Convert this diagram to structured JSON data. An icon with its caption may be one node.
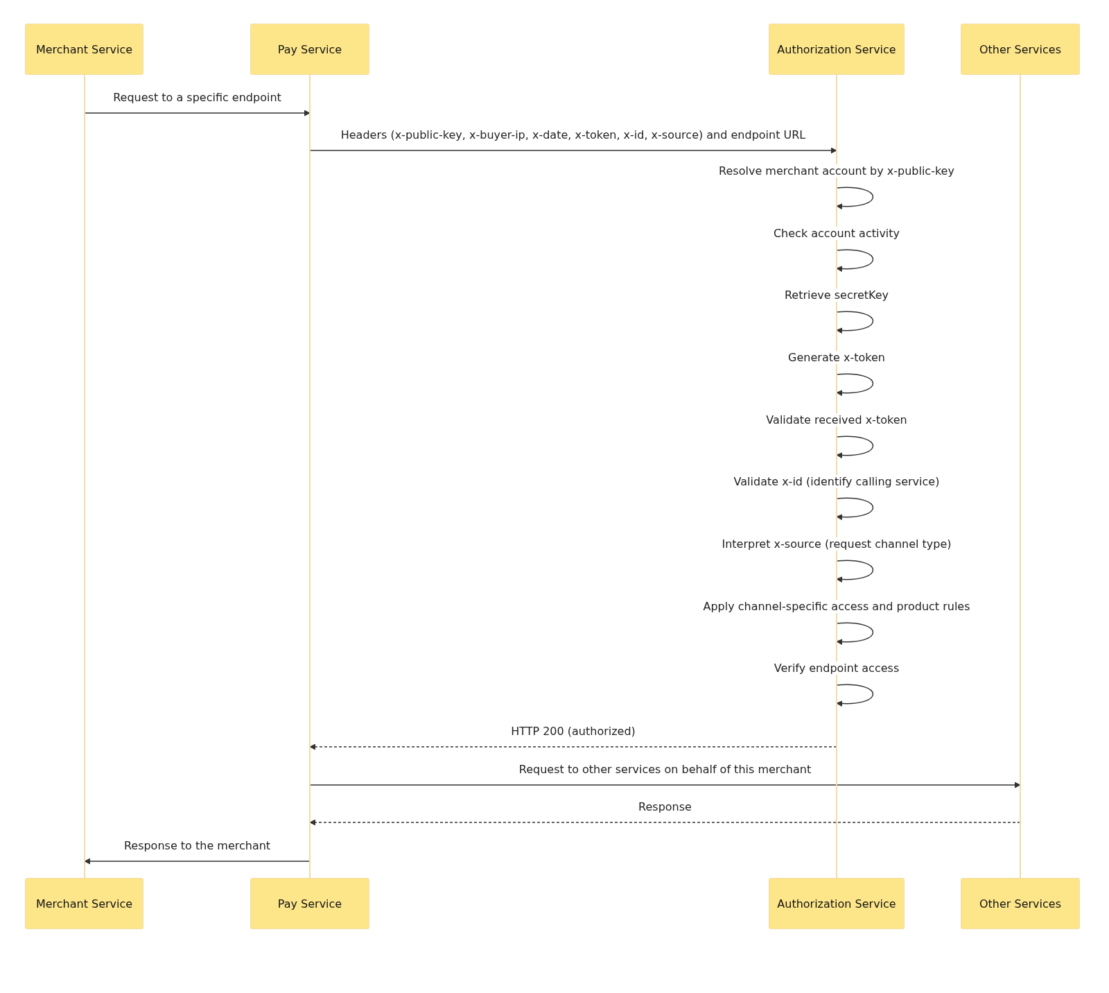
{
  "diagram": {
    "nodes": [
      {
        "text": [
          "Merchant Service"
        ]
      },
      {
        "text": [
          "Pay Service"
        ]
      },
      {
        "text": [
          "Authorization Service"
        ]
      },
      {
        "text": [
          "Other Services"
        ]
      },
      {
        "text": [],
        "shape": "line"
      },
      {
        "text": [],
        "shape": "line"
      },
      {
        "text": [],
        "shape": "line"
      },
      {
        "text": [],
        "shape": "line"
      },
      {
        "text": [
          "Merchant Service"
        ]
      },
      {
        "text": [
          "Pay Service"
        ]
      },
      {
        "text": [
          "Authorization Service"
        ]
      },
      {
        "text": [
          "Other Services"
        ]
      }
    ],
    "edges": [
      {
        "from": 4,
        "to": 5,
        "arrow": "to",
        "label": "Request to a specific endpoint"
      },
      {
        "from": 5,
        "to": 6,
        "arrow": "to",
        "label": "Headers (x-public-key, x-buyer-ip, x-date, x-token, x-id, x-source) and endpoint URL"
      },
      {
        "from": 6,
        "to": 6,
        "arrow": "to",
        "label": "Resolve merchant account by x-public-key"
      },
      {
        "from": 6,
        "to": 6,
        "arrow": "to",
        "label": "Check account activity"
      },
      {
        "from": 6,
        "to": 6,
        "arrow": "to",
        "label": "Retrieve secretKey"
      },
      {
        "from": 6,
        "to": 6,
        "arrow": "to",
        "label": "Generate x-token"
      },
      {
        "from": 6,
        "to": 6,
        "arrow": "to",
        "label": "Validate received x-token"
      },
      {
        "from": 6,
        "to": 6,
        "arrow": "to",
        "label": "Validate x-id (identify calling service)"
      },
      {
        "from": 6,
        "to": 6,
        "arrow": "to",
        "label": "Interpret x-source (request channel type)"
      },
      {
        "from": 6,
        "to": 6,
        "arrow": "to",
        "label": "Apply channel-specific access and product rules"
      },
      {
        "from": 6,
        "to": 6,
        "arrow": "to",
        "label": "Verify endpoint access"
      },
      {
        "from": 6,
        "to": 5,
        "arrow": "to",
        "label": "HTTP 200 (authorized)",
        "style": "dashed"
      },
      {
        "from": 5,
        "to": 7,
        "arrow": "to",
        "label": "Request to other services on behalf of this merchant"
      },
      {
        "from": 7,
        "to": 5,
        "arrow": "to",
        "label": "Response",
        "style": "dashed"
      },
      {
        "from": 5,
        "to": 4,
        "arrow": "to",
        "label": "Response to the merchant"
      }
    ]
  }
}
